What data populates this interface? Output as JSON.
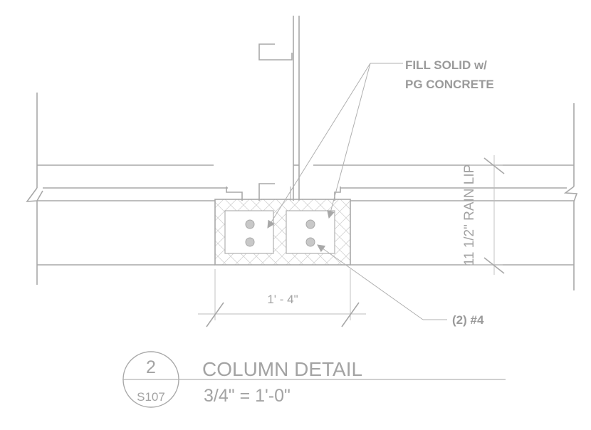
{
  "colors": {
    "line": "#a8a8a8",
    "text": "#a3a3a3",
    "note_text": "#9a9a9a",
    "hatch": "#d0d0d0",
    "bar_fill": "#c8c8c8"
  },
  "notes": {
    "fill_line1": "FILL SOLID w/",
    "fill_line2": "PG CONCRETE",
    "rebar": "(2) #4"
  },
  "dimensions": {
    "width": "1' - 4\"",
    "height": "11 1/2\" RAIN LIP"
  },
  "title_block": {
    "detail_number": "2",
    "sheet": "S107",
    "title": "COLUMN DETAIL",
    "scale": "3/4\" = 1'-0\""
  }
}
